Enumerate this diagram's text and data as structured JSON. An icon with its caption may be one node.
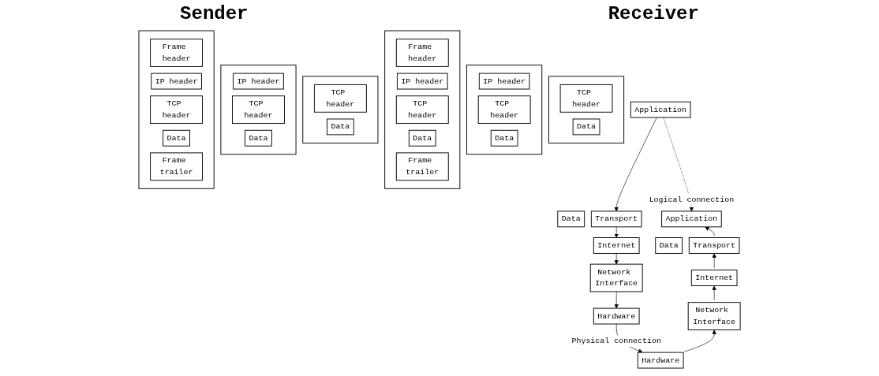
{
  "diagram": {
    "nodes": [
      {
        "text": [
          "Application"
        ]
      },
      {
        "text": [
          "Data"
        ]
      },
      {
        "text": [
          "Transport"
        ]
      },
      {
        "text": [],
        "shape": "box"
      },
      {
        "text": [
          "TCP header"
        ],
        "in": 3
      },
      {
        "text": [
          "Data"
        ],
        "in": 3
      },
      {
        "text": [
          "Internet"
        ]
      },
      {
        "text": [],
        "shape": "box"
      },
      {
        "text": [
          "IP header"
        ],
        "in": 7
      },
      {
        "text": [
          "TCP header"
        ],
        "in": 7
      },
      {
        "text": [
          "Data"
        ],
        "in": 7
      },
      {
        "text": [
          "Network Interface"
        ]
      },
      {
        "text": [],
        "shape": "box"
      },
      {
        "text": [
          "Frame header"
        ],
        "in": 12
      },
      {
        "text": [
          "IP header"
        ],
        "in": 12
      },
      {
        "text": [
          "TCP header"
        ],
        "in": 12
      },
      {
        "text": [
          "Data"
        ],
        "in": 12
      },
      {
        "text": [
          "Frame trailer"
        ],
        "in": 12
      },
      {
        "text": [
          "Hardware"
        ]
      },
      {
        "text": [
          "Application"
        ]
      },
      {
        "text": [
          "Data"
        ]
      },
      {
        "text": [
          "Transport"
        ]
      },
      {
        "text": [],
        "shape": "box"
      },
      {
        "text": [
          "TCP header"
        ],
        "in": 22
      },
      {
        "text": [
          "Data"
        ],
        "in": 22
      },
      {
        "text": [
          "Internet"
        ]
      },
      {
        "text": [],
        "shape": "box"
      },
      {
        "text": [
          "IP header"
        ],
        "in": 26
      },
      {
        "text": [
          "TCP header"
        ],
        "in": 26
      },
      {
        "text": [
          "Data"
        ],
        "in": 26
      },
      {
        "text": [
          "Network Interface"
        ]
      },
      {
        "text": [],
        "shape": "box"
      },
      {
        "text": [
          "Frame header"
        ],
        "in": 31
      },
      {
        "text": [
          "IP header"
        ],
        "in": 31
      },
      {
        "text": [
          "TCP header"
        ],
        "in": 31
      },
      {
        "text": [
          "Data"
        ],
        "in": 31
      },
      {
        "text": [
          "Frame trailer"
        ],
        "in": 31
      },
      {
        "text": [
          "Hardware"
        ]
      }
    ],
    "edges": [
      {
        "from": 0,
        "to": 19,
        "arrow": "to",
        "label": "Logical connection",
        "style": "dashed"
      },
      {
        "from": 0,
        "to": 2,
        "arrow": "to"
      },
      {
        "from": 2,
        "to": 6,
        "arrow": "to"
      },
      {
        "from": 6,
        "to": 11,
        "arrow": "to"
      },
      {
        "from": 11,
        "to": 18,
        "arrow": "to"
      },
      {
        "from": 18,
        "to": 37,
        "arrow": "to",
        "label": "Physical connection"
      },
      {
        "from": 37,
        "to": 30,
        "arrow": "to"
      },
      {
        "from": 30,
        "to": 25,
        "arrow": "to"
      },
      {
        "from": 25,
        "to": 21,
        "arrow": "to"
      },
      {
        "from": 21,
        "to": 19,
        "arrow": "to"
      }
    ],
    "labels": [
      "Sender",
      "Receiver"
    ]
  }
}
